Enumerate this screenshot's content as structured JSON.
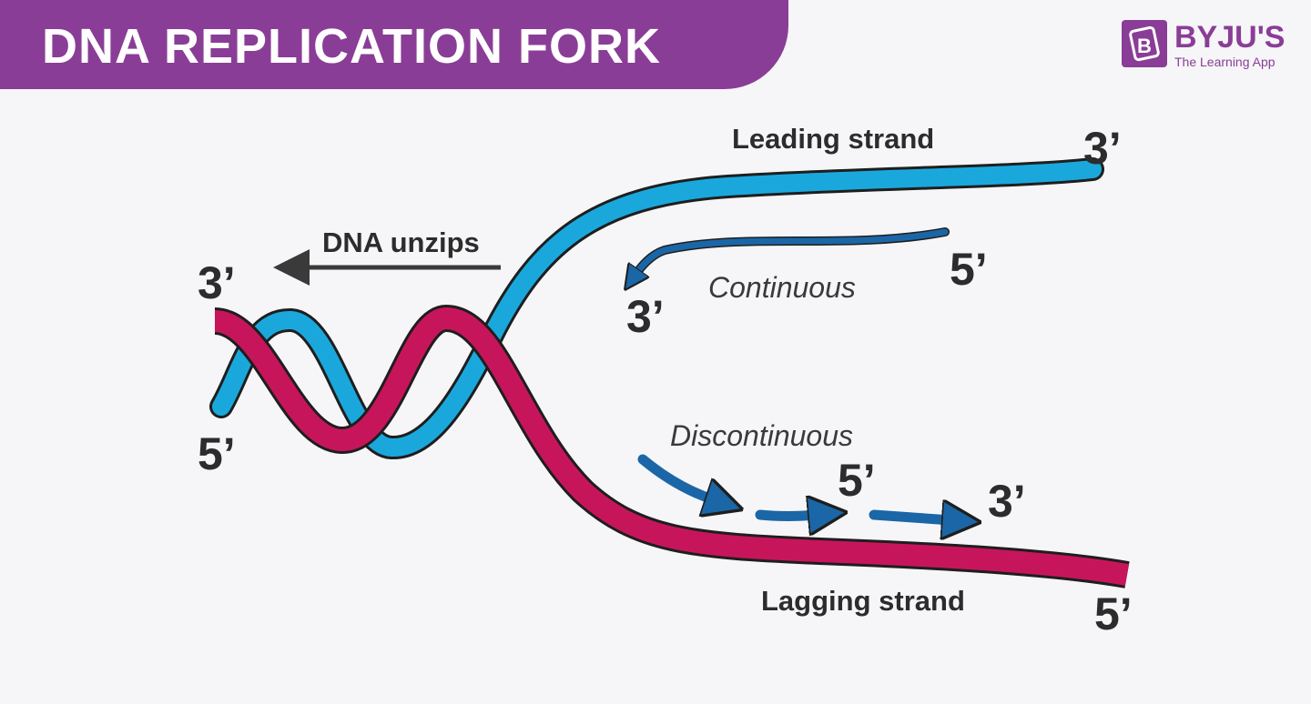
{
  "title": "DNA REPLICATION FORK",
  "logo": {
    "name": "BYJU'S",
    "tagline": "The Learning App",
    "icon": "byjus-b-icon"
  },
  "labels": {
    "leading_strand": "Leading strand",
    "lagging_strand": "Lagging strand",
    "dna_unzips": "DNA unzips",
    "continuous": "Continuous",
    "discontinuous": "Discontinuous"
  },
  "ends": {
    "left_top": "3’",
    "left_bottom": "5’",
    "leading_end": "3’",
    "continuous_start": "5’",
    "continuous_end": "3’",
    "fragment_5": "5’",
    "fragment_3": "3’",
    "lagging_end": "5’"
  },
  "colors": {
    "banner": "#8a3d96",
    "leading": "#1aa8dc",
    "lagging": "#c7155c",
    "new_strand": "#1b66a6",
    "outline": "#1e1e1e"
  }
}
